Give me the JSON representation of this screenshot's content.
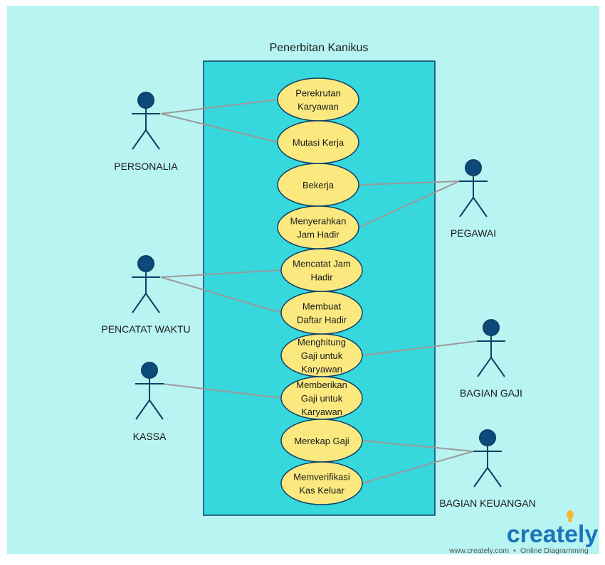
{
  "diagram": {
    "title": "Penerbitan Kanikus",
    "colors": {
      "page_bg": "#b8f4f1",
      "system_fill": "#36d7dd",
      "system_stroke": "#0f3f66",
      "usecase_fill": "#fbe980",
      "usecase_stroke": "#0f3f66",
      "actor_color": "#0f3f66",
      "actor_head_fill": "#0b4a7a",
      "connector_color": "#9a9a9a"
    },
    "actors": [
      {
        "id": "personalia",
        "label": "PERSONALIA"
      },
      {
        "id": "pegawai",
        "label": "PEGAWAI"
      },
      {
        "id": "pencatat-waktu",
        "label": "PENCATAT WAKTU"
      },
      {
        "id": "bagian-gaji",
        "label": "BAGIAN GAJI"
      },
      {
        "id": "kassa",
        "label": "KASSA"
      },
      {
        "id": "bagian-keuangan",
        "label": "BAGIAN KEUANGAN"
      }
    ],
    "use_cases": [
      {
        "id": "perekrutan-karyawan",
        "lines": [
          "Perekrutan",
          "Karyawan"
        ]
      },
      {
        "id": "mutasi-kerja",
        "lines": [
          "Mutasi Kerja"
        ]
      },
      {
        "id": "bekerja",
        "lines": [
          "Bekerja"
        ]
      },
      {
        "id": "menyerahkan-jam-hadir",
        "lines": [
          "Menyerahkan",
          "Jam Hadir"
        ]
      },
      {
        "id": "mencatat-jam-hadir",
        "lines": [
          "Mencatat Jam",
          "Hadir"
        ]
      },
      {
        "id": "membuat-daftar-hadir",
        "lines": [
          "Membuat",
          "Daftar Hadir"
        ]
      },
      {
        "id": "menghitung-gaji",
        "lines": [
          "Menghitung",
          "Gaji untuk",
          "Karyawan"
        ]
      },
      {
        "id": "memberikan-gaji",
        "lines": [
          "Memberikan",
          "Gaji untuk",
          "Karyawan"
        ]
      },
      {
        "id": "merekap-gaji",
        "lines": [
          "Merekap Gaji"
        ]
      },
      {
        "id": "memverifikasi-kas-keluar",
        "lines": [
          "Memverifikasi",
          "Kas Keluar"
        ]
      }
    ],
    "associations": [
      {
        "actor": "personalia",
        "use_case": "perekrutan-karyawan"
      },
      {
        "actor": "personalia",
        "use_case": "mutasi-kerja"
      },
      {
        "actor": "pegawai",
        "use_case": "bekerja"
      },
      {
        "actor": "pegawai",
        "use_case": "menyerahkan-jam-hadir"
      },
      {
        "actor": "pencatat-waktu",
        "use_case": "mencatat-jam-hadir"
      },
      {
        "actor": "pencatat-waktu",
        "use_case": "membuat-daftar-hadir"
      },
      {
        "actor": "bagian-gaji",
        "use_case": "menghitung-gaji"
      },
      {
        "actor": "kassa",
        "use_case": "memberikan-gaji"
      },
      {
        "actor": "bagian-keuangan",
        "use_case": "merekap-gaji"
      },
      {
        "actor": "bagian-keuangan",
        "use_case": "memverifikasi-kas-keluar"
      }
    ]
  },
  "watermark": {
    "brand": "creately",
    "tagline_site": "www.creately.com",
    "tagline_separator": "•",
    "tagline_text": "Online Diagramming",
    "colors": {
      "brand_text": "#1b75bb",
      "bulb": "#f7b733",
      "tagline": "#555555"
    }
  }
}
